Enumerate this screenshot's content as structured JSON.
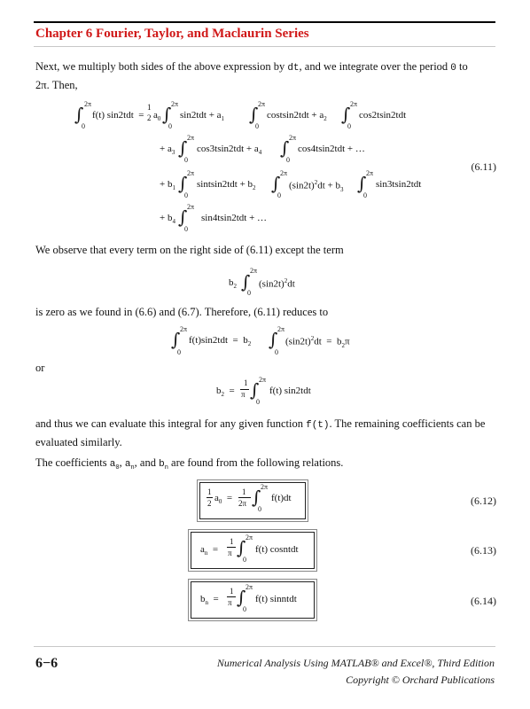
{
  "header": {
    "chapter_title": "Chapter 6  Fourier, Taylor, and Maclaurin Series"
  },
  "paragraphs": {
    "p1_a": "Next, we multiply both sides of the above expression by ",
    "p1_dt": "dt",
    "p1_b": ", and we integrate over the period ",
    "p1_zero": "0",
    "p1_c": " to",
    "p1_2pi": "2π",
    "p1_d": ". Then,",
    "p2": "We observe that every term on the right side of (6.11) except the term",
    "p3": "is zero as we found in (6.6) and (6.7). Therefore, (6.11) reduces to",
    "p4": "or",
    "p5_a": "and thus we can evaluate this integral for any given function ",
    "p5_ft": "f(t)",
    "p5_b": ". The remaining coefficients can be evaluated similarly.",
    "p6_a": "The coefficients ",
    "p6_a0": "a",
    "p6_sep1": ", ",
    "p6_an": "a",
    "p6_sep2": ", and ",
    "p6_bn": "b",
    "p6_b": " are found from the following relations."
  },
  "equations": {
    "eq611_number": "(6.11)",
    "eq612_number": "(6.12)",
    "eq613_number": "(6.13)",
    "eq614_number": "(6.14)"
  },
  "footer": {
    "page_number": "6−6",
    "book_title": "Numerical Analysis Using MATLAB® and Excel®, Third Edition",
    "copyright": "Copyright © Orchard Publications"
  }
}
